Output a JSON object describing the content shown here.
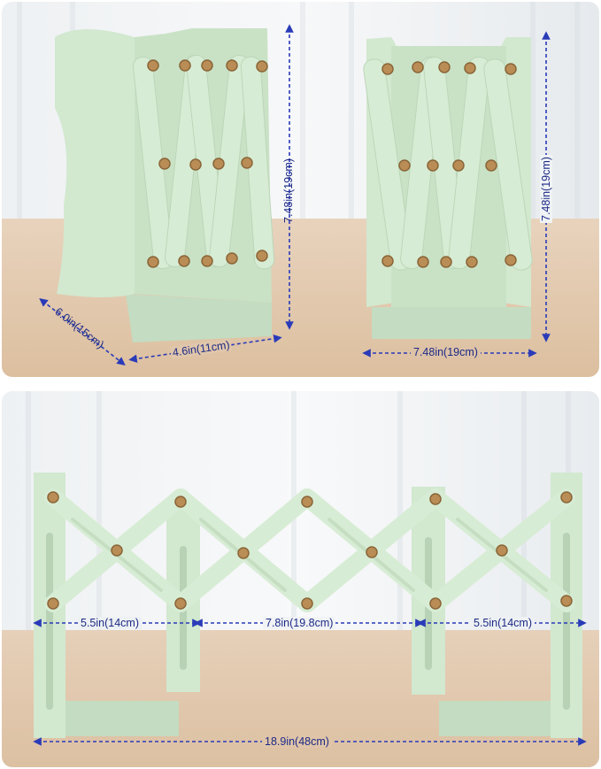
{
  "dimensions": {
    "top_left_height": "7.48in(19cm)",
    "top_left_depth": "6.0in(15cm)",
    "top_left_width": "4.6in(11cm)",
    "top_right_height": "7.48in(19cm)",
    "top_right_width": "7.48in(19cm)",
    "bottom_left_span": "5.5in(14cm)",
    "bottom_middle_span": "7.8in(19.8cm)",
    "bottom_right_span": "5.5in(14cm)",
    "bottom_total": "18.9in(48cm)"
  },
  "colors": {
    "bookend_green": "#cfe6cc",
    "bookend_shadow": "#b3cfb0",
    "rivet": "#b98d55",
    "arrow_blue": "#2a3bb8",
    "wall": "#e8edf0",
    "desk": "#e2c8ae"
  }
}
